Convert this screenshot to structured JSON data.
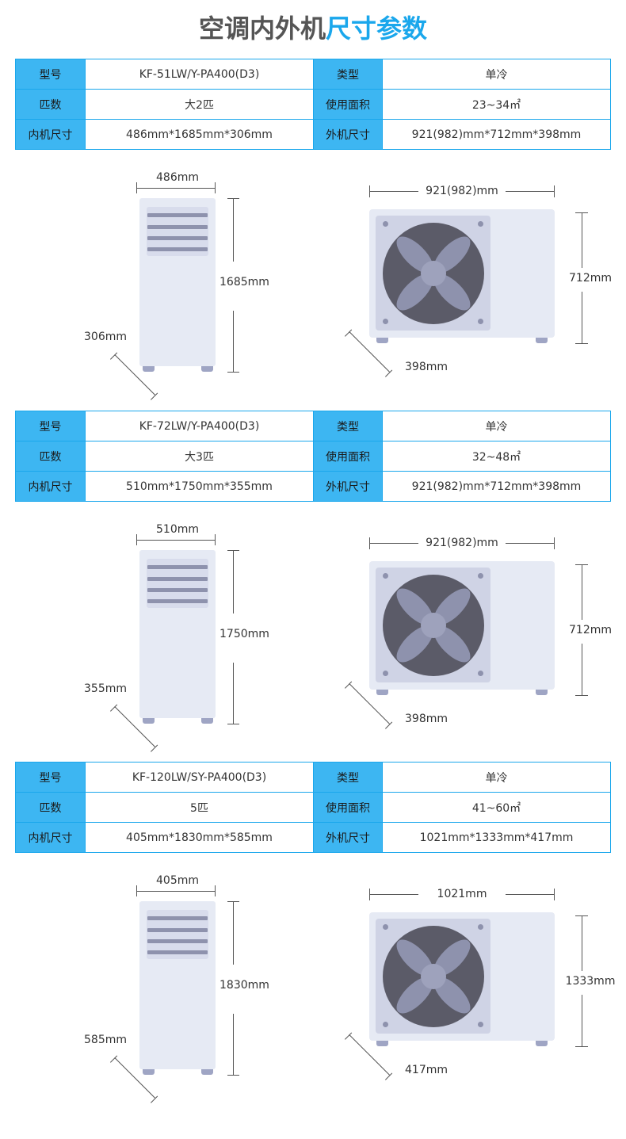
{
  "title": {
    "part1": "空调内外机",
    "part2": "尺寸参数"
  },
  "labels": {
    "model": "型号",
    "type": "类型",
    "horsepower": "匹数",
    "area": "使用面积",
    "indoor_size": "内机尺寸",
    "outdoor_size": "外机尺寸"
  },
  "units": [
    {
      "model": "KF-51LW/Y-PA400(D3)",
      "type": "单冷",
      "horsepower": "大2匹",
      "area": "23~34㎡",
      "indoor_size": "486mm*1685mm*306mm",
      "outdoor_size": "921(982)mm*712mm*398mm",
      "indoor_dims": {
        "width": "486mm",
        "height": "1685mm",
        "depth": "306mm"
      },
      "outdoor_dims": {
        "width": "921(982)mm",
        "height": "712mm",
        "depth": "398mm"
      }
    },
    {
      "model": "KF-72LW/Y-PA400(D3)",
      "type": "单冷",
      "horsepower": "大3匹",
      "area": "32~48㎡",
      "indoor_size": "510mm*1750mm*355mm",
      "outdoor_size": "921(982)mm*712mm*398mm",
      "indoor_dims": {
        "width": "510mm",
        "height": "1750mm",
        "depth": "355mm"
      },
      "outdoor_dims": {
        "width": "921(982)mm",
        "height": "712mm",
        "depth": "398mm"
      }
    },
    {
      "model": "KF-120LW/SY-PA400(D3)",
      "type": "单冷",
      "horsepower": "5匹",
      "area": "41~60㎡",
      "indoor_size": "405mm*1830mm*585mm",
      "outdoor_size": "1021mm*1333mm*417mm",
      "indoor_dims": {
        "width": "405mm",
        "height": "1830mm",
        "depth": "585mm"
      },
      "outdoor_dims": {
        "width": "1021mm",
        "height": "1333mm",
        "depth": "417mm"
      }
    }
  ],
  "colors": {
    "accent": "#1aa7ec",
    "label_cell": "#3db6f2",
    "unit_body": "#e6eaf4",
    "fan": "#5b5b68",
    "blade": "#8e92ad"
  },
  "icons": [
    "indoor-unit-illustration",
    "outdoor-unit-illustration",
    "fan-icon"
  ]
}
